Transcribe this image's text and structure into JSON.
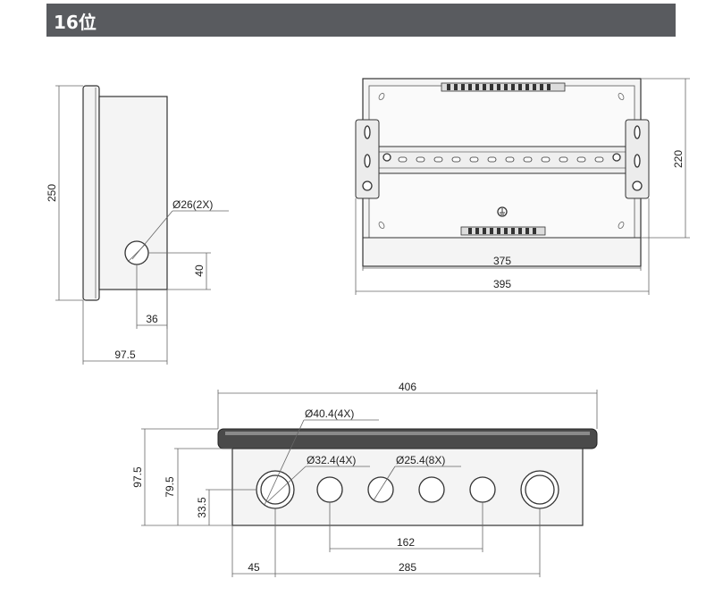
{
  "header": {
    "title": "16位"
  },
  "side_view": {
    "dim_height": "250",
    "dim_hole": "Ø26(2X)",
    "dim_hole_offset_v": "40",
    "dim_hole_offset_h": "36",
    "dim_depth": "97.5"
  },
  "front_view": {
    "dim_inner_width": "375",
    "dim_outer_width": "395",
    "dim_height": "220"
  },
  "bottom_view": {
    "dim_total_width": "406",
    "dim_large_hole": "Ø40.4(4X)",
    "dim_mid_hole": "Ø32.4(4X)",
    "dim_small_hole": "Ø25.4(8X)",
    "dim_depth": "97.5",
    "dim_body_height": "79.5",
    "dim_hole_center_height": "33.5",
    "dim_hole_pitch": "162",
    "dim_edge_offset": "45",
    "dim_hole_span": "285"
  },
  "colors": {
    "title_bar": "#595b5f",
    "title_text": "#ffffff",
    "line": "#333333"
  }
}
